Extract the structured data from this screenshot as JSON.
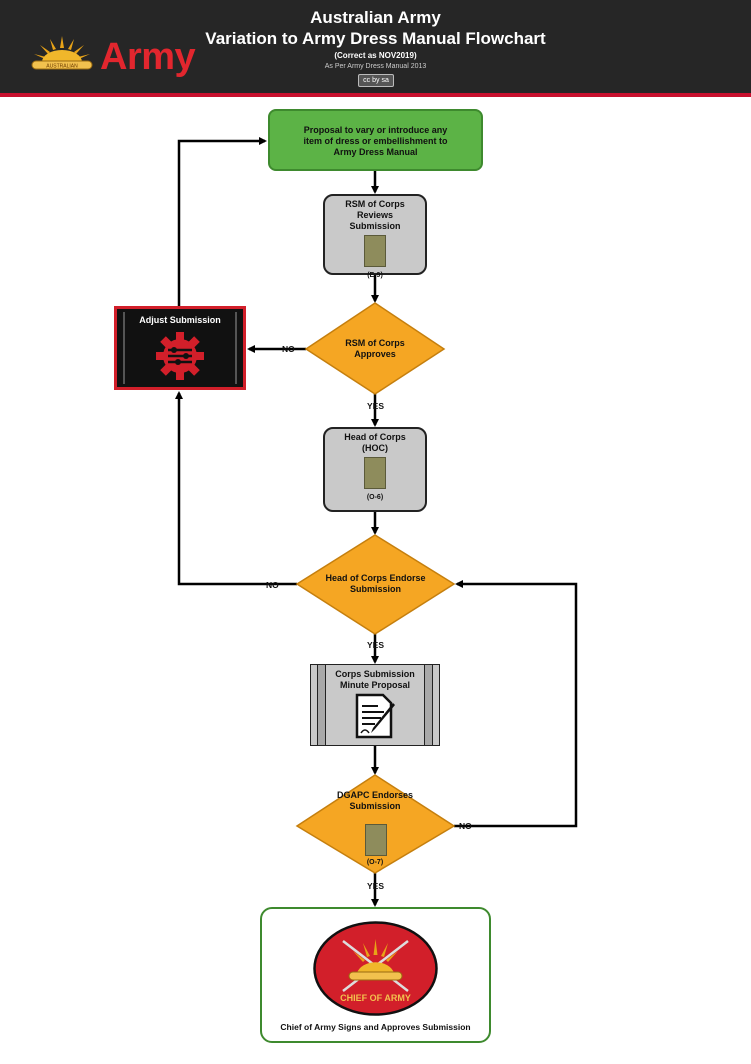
{
  "header": {
    "logo_text": "Army",
    "logo_banner": "AUSTRALIAN",
    "title_line1": "Australian Army",
    "title_line2": "Variation to Army Dress Manual Flowchart",
    "subtitle": "(Correct as NOV2019)",
    "source": "As Per Army Dress Manual 2013",
    "license_badge": "cc by sa"
  },
  "nodes": {
    "start": "Proposal to vary or introduce any item of dress or embellishment to Army Dress Manual",
    "rsm_review": "RSM of Corps Reviews Submission",
    "rsm_review_rank": "(E-9)",
    "rsm_approves": "RSM of Corps Approves",
    "adjust": "Adjust Submission",
    "hoc": "Head of Corps (HOC)",
    "hoc_rank": "(O-6)",
    "hoc_endorse": "Head of Corps Endorse Submission",
    "minute": "Corps Submission Minute Proposal",
    "dgapc": "DGAPC Endorses Submission",
    "dgapc_rank": "(O-7)",
    "end": "Chief of Army Signs and Approves Submission",
    "end_emblem": "CHIEF OF ARMY"
  },
  "edges": {
    "yes": "YES",
    "no": "NO"
  },
  "colors": {
    "header_bg": "#262626",
    "accent_red": "#c8102e",
    "start_green": "#5cb346",
    "decision_orange": "#f5a623",
    "process_grey": "#c9c9c9"
  }
}
